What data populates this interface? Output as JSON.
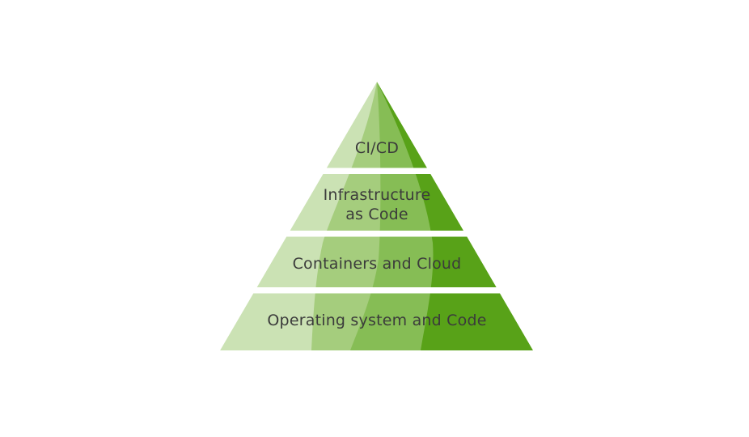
{
  "diagram": {
    "type": "pyramid",
    "orientation": "top-to-bottom",
    "layers": [
      {
        "label": "CI/CD",
        "lines": [
          "CI/CD"
        ]
      },
      {
        "label": "Infrastructure as Code",
        "lines": [
          "Infrastructure",
          "as Code"
        ]
      },
      {
        "label": "Containers and Cloud",
        "lines": [
          "Containers and Cloud"
        ]
      },
      {
        "label": "Operating system and Code",
        "lines": [
          "Operating system and Code"
        ]
      }
    ]
  },
  "colors": {
    "background": "#ffffff",
    "facet_lightest": "#cbe2b4",
    "facet_light": "#a5cd7d",
    "facet_medium": "#86bd55",
    "facet_dark": "#58a218",
    "divider": "#ffffff",
    "text": "#3b3b3b"
  }
}
